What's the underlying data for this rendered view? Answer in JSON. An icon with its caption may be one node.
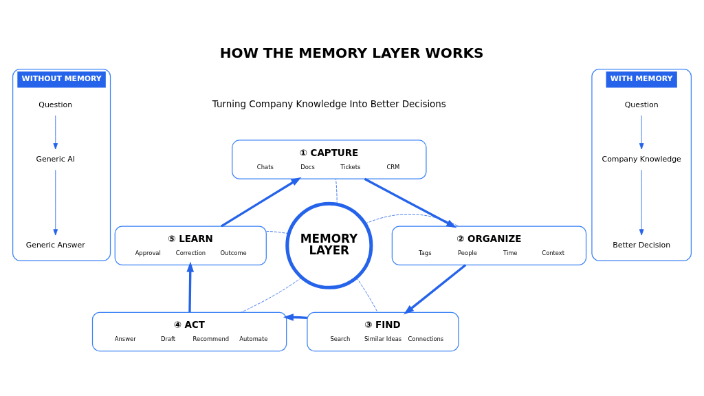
{
  "diagram": {
    "title": "HOW THE MEMORY LAYER WORKS",
    "nodes": [
      {
        "text": [
          "MEMORY LAYER"
        ]
      },
      {
        "text": [
          "① CAPTURE",
          "Chats",
          "Docs",
          "Tickets",
          "CRM"
        ]
      },
      {
        "text": [
          "② ORGANIZE",
          "Tags",
          "People",
          "Time",
          "Context"
        ]
      },
      {
        "text": [
          "③ FIND",
          "Search",
          "Similar Ideas",
          "Connections"
        ]
      },
      {
        "text": [
          "④ ACT",
          "Answer",
          "Draft",
          "Recommend",
          "Automate"
        ]
      },
      {
        "text": [
          "⑤ LEARN",
          "Approval",
          "Correction",
          "Outcome"
        ]
      },
      {
        "text": [
          "WITHOUT MEMORY"
        ]
      },
      {
        "text": [
          "Question"
        ],
        "in": 6
      },
      {
        "text": [
          "Generic AI"
        ],
        "in": 6
      },
      {
        "text": [
          "Generic Answer"
        ],
        "in": 6
      },
      {
        "text": [
          "WITH MEMORY"
        ]
      },
      {
        "text": [
          "Question"
        ],
        "in": 10
      },
      {
        "text": [
          "Company Knowledge"
        ],
        "in": 10
      },
      {
        "text": [
          "Better Decision"
        ],
        "in": 10
      }
    ],
    "edges": [
      {
        "from": 1,
        "to": 2,
        "arrow": "to",
        "style": "thick"
      },
      {
        "from": 2,
        "to": 3,
        "arrow": "to",
        "style": "thick"
      },
      {
        "from": 3,
        "to": 4,
        "arrow": "to",
        "style": "thick"
      },
      {
        "from": 4,
        "to": 5,
        "arrow": "to",
        "style": "thick"
      },
      {
        "from": 5,
        "to": 1,
        "arrow": "to",
        "style": "thick"
      },
      {
        "from": 0,
        "to": 1,
        "arrow": "none",
        "style": "dashed"
      },
      {
        "from": 0,
        "to": 2,
        "arrow": "none",
        "style": "dashed"
      },
      {
        "from": 0,
        "to": 3,
        "arrow": "none",
        "style": "dashed"
      },
      {
        "from": 0,
        "to": 4,
        "arrow": "none",
        "style": "dashed"
      },
      {
        "from": 0,
        "to": 5,
        "arrow": "none",
        "style": "dashed"
      },
      {
        "from": 7,
        "to": 8,
        "arrow": "to"
      },
      {
        "from": 8,
        "to": 9,
        "arrow": "to"
      },
      {
        "from": 11,
        "to": 12,
        "arrow": "to"
      },
      {
        "from": 12,
        "to": 13,
        "arrow": "to"
      }
    ],
    "labels": [
      "Turning Company Knowledge Into Better Decisions"
    ]
  }
}
